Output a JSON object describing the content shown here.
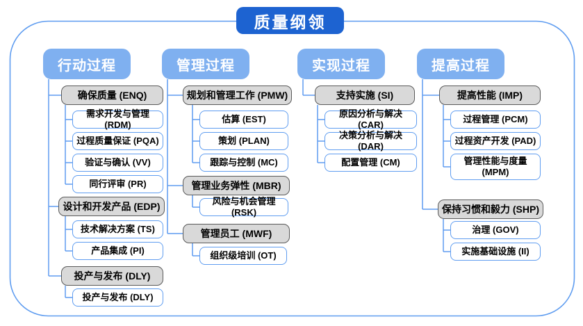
{
  "title": "质量纲领",
  "colors": {
    "title_bg": "#1d63d1",
    "header_bg": "#7fb0f0",
    "group_bg": "#d9d9d9",
    "group_border": "#595959",
    "item_border": "#5e9cf0",
    "connector": "#5e9cf0",
    "outer_border": "#5e9cf0"
  },
  "columns": [
    {
      "header": "行动过程",
      "groups": [
        {
          "label": "确保质量 (ENQ)",
          "children": [
            "需求开发与管理 (RDM)",
            "过程质量保证 (PQA)",
            "验证与确认 (VV)",
            "同行评审 (PR)"
          ]
        },
        {
          "label": "设计和开发产品 (EDP)",
          "children": [
            "技术解决方案 (TS)",
            "产品集成 (PI)"
          ]
        },
        {
          "label": "投产与发布 (DLY)",
          "children": [
            "投产与发布 (DLY)"
          ]
        }
      ]
    },
    {
      "header": "管理过程",
      "groups": [
        {
          "label": "规划和管理工作 (PMW)",
          "children": [
            "估算 (EST)",
            "策划 (PLAN)",
            "跟踪与控制 (MC)"
          ]
        },
        {
          "label": "管理业务弹性 (MBR)",
          "children": [
            "风险与机会管理 (RSK)"
          ]
        },
        {
          "label": "管理员工 (MWF)",
          "children": [
            "组织级培训 (OT)"
          ]
        }
      ]
    },
    {
      "header": "实现过程",
      "groups": [
        {
          "label": "支持实施 (SI)",
          "children": [
            "原因分析与解决 (CAR)",
            "决策分析与解决 (DAR)",
            "配置管理 (CM)"
          ]
        }
      ]
    },
    {
      "header": "提高过程",
      "groups": [
        {
          "label": "提高性能 (IMP)",
          "children": [
            "过程管理 (PCM)",
            "过程资产开发 (PAD)",
            "管理性能与度量 (MPM)"
          ]
        },
        {
          "label": "保持习惯和毅力 (SHP)",
          "children": [
            "治理 (GOV)",
            "实施基础设施 (II)"
          ]
        }
      ]
    }
  ]
}
